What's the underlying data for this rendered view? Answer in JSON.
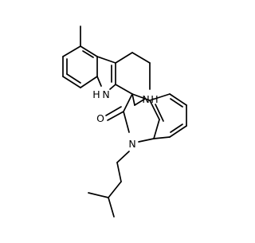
{
  "molecule": {
    "atom_labels": {
      "indole_nh": "N",
      "indole_nh_h": "H",
      "amine_nh": "N",
      "amine_nh_h": "H",
      "carbonyl_o": "O",
      "lactam_n": "N"
    },
    "colors": {
      "bond": "#000000",
      "nitrogen": "#0000ff",
      "oxygen": "#ff0000"
    }
  }
}
